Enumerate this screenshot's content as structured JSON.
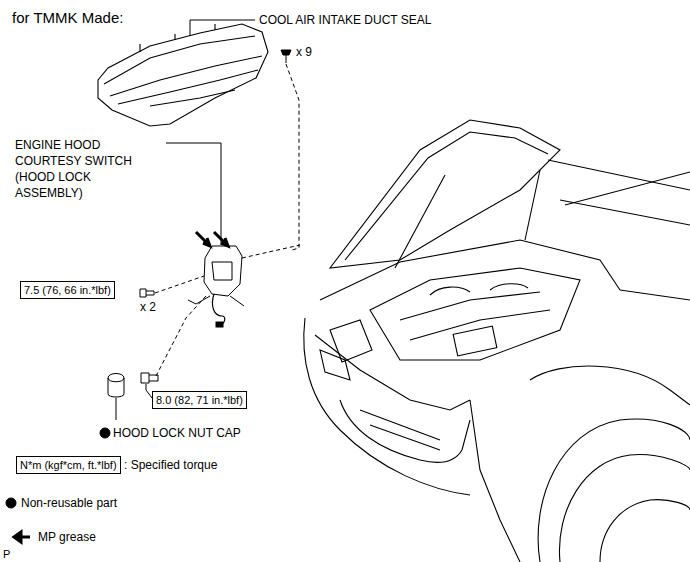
{
  "diagram": {
    "title": "for TMMK Made:",
    "nodes": [
      {
        "text": [
          "7.5 (76, 66 in.*lbf)"
        ]
      },
      {
        "text": [
          "8.0 (82, 71 in.*lbf)"
        ]
      },
      {
        "text": [
          "N*m (kgf*cm, ft.*lbf)"
        ]
      }
    ],
    "labels": [
      "COOL AIR INTAKE DUCT SEAL",
      "x 9",
      "ENGINE HOOD COURTESY SWITCH (HOOD LOCK ASSEMBLY)",
      "x 2",
      "HOOD LOCK NUT CAP",
      "P"
    ],
    "legend": [
      {
        "text": ": Specified torque"
      },
      {
        "text": "Non-reusable part"
      },
      {
        "text": "MP grease"
      }
    ]
  }
}
